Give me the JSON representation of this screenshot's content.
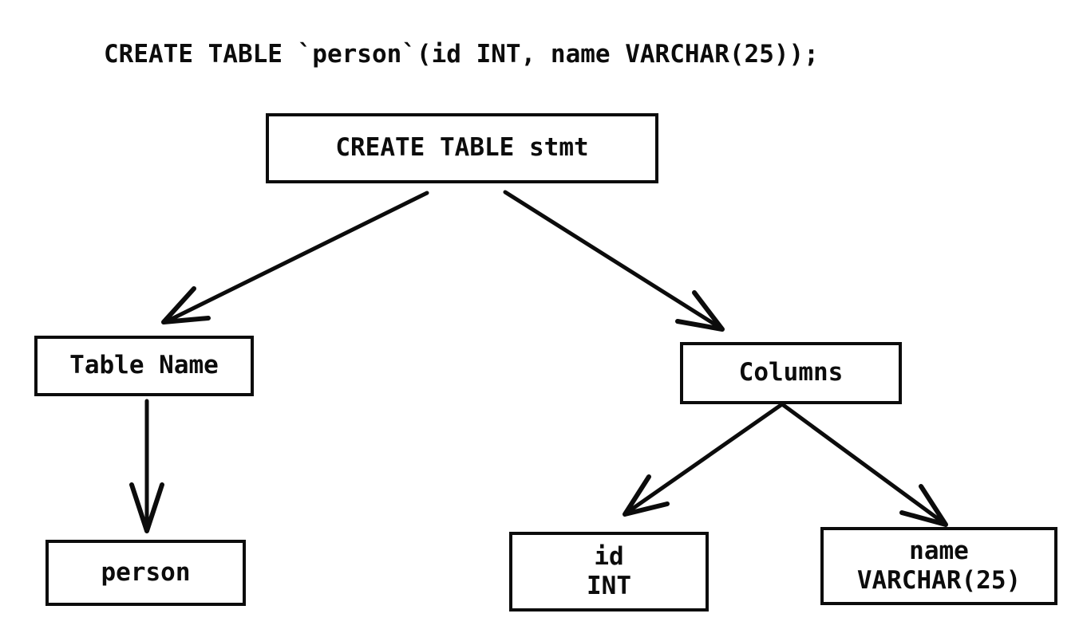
{
  "header": {
    "sql_statement": "CREATE TABLE `person`(id INT, name VARCHAR(25));"
  },
  "tree": {
    "root": {
      "label": "CREATE TABLE stmt"
    },
    "table_name": {
      "label": "Table Name"
    },
    "columns": {
      "label": "Columns"
    },
    "person": {
      "label": "person"
    },
    "id_column": {
      "line1": "id",
      "line2": "INT"
    },
    "name_column": {
      "line1": "name",
      "line2": "VARCHAR(25)"
    },
    "edges": [
      {
        "from": "CREATE TABLE stmt",
        "to": "Table Name"
      },
      {
        "from": "CREATE TABLE stmt",
        "to": "Columns"
      },
      {
        "from": "Table Name",
        "to": "person"
      },
      {
        "from": "Columns",
        "to": "id INT"
      },
      {
        "from": "Columns",
        "to": "name VARCHAR(25)"
      }
    ]
  },
  "colors": {
    "ink": "#0c0c0c",
    "background": "#ffffff"
  }
}
